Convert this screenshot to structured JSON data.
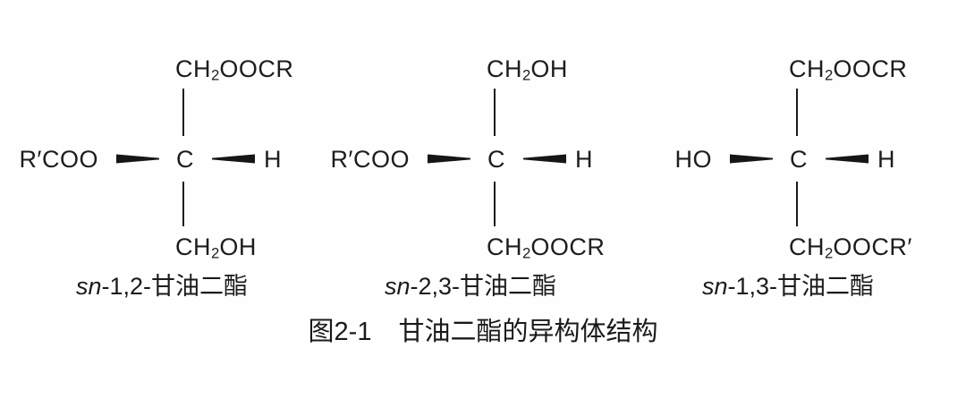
{
  "figure": {
    "structures": [
      {
        "top": "CH2OOCR",
        "left": "R′COO",
        "center": "C",
        "right": "H",
        "bottom": "CH2OH",
        "label_sn": "sn",
        "label_rest": "-1,2-甘油二酯"
      },
      {
        "top": "CH2OH",
        "left": "R′COO",
        "center": "C",
        "right": "H",
        "bottom": "CH2OOCR",
        "label_sn": "sn",
        "label_rest": "-2,3-甘油二酯"
      },
      {
        "top": "CH2OOCR",
        "left": "HO",
        "center": "C",
        "right": "H",
        "bottom": "CH2OOCR′",
        "label_sn": "sn",
        "label_rest": "-1,3-甘油二酯"
      }
    ],
    "caption": {
      "number": "图2-1",
      "text": "甘油二酯的异构体结构"
    },
    "colors": {
      "ink": "#1c1c1c",
      "background": "#fefefe"
    }
  }
}
